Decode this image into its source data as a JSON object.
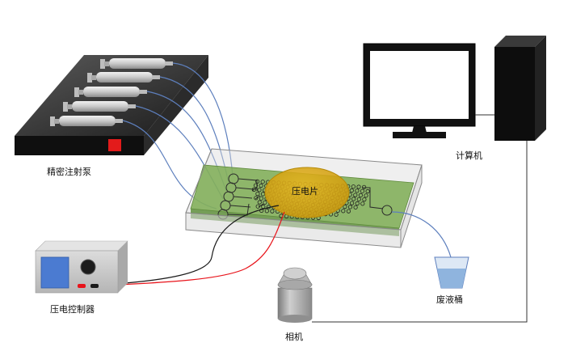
{
  "labels": {
    "syringe_pump": "精密注射泵",
    "piezo_disc": "压电片",
    "computer": "计算机",
    "waste_bucket": "废液桶",
    "piezo_controller": "压电控制器",
    "camera": "相机"
  },
  "colors": {
    "tube": "#5d7fbd",
    "wire_black": "#1a1a1a",
    "wire_red": "#e8141b",
    "chip_green": "#7dab52",
    "piezo_gold": "#d6a30a",
    "device_gray": "#c8c8c8",
    "controller_screen": "#4b7bd1",
    "pump_indicator": "#e31b1b",
    "waste_liquid": "#8fb4de"
  },
  "icons": {
    "pump": "syringe-pump-icon",
    "chip": "microfluidic-chip-icon",
    "monitor": "monitor-icon",
    "tower": "computer-tower-icon",
    "controller": "piezo-controller-icon",
    "camera": "camera-icon",
    "waste": "waste-bucket-icon"
  }
}
